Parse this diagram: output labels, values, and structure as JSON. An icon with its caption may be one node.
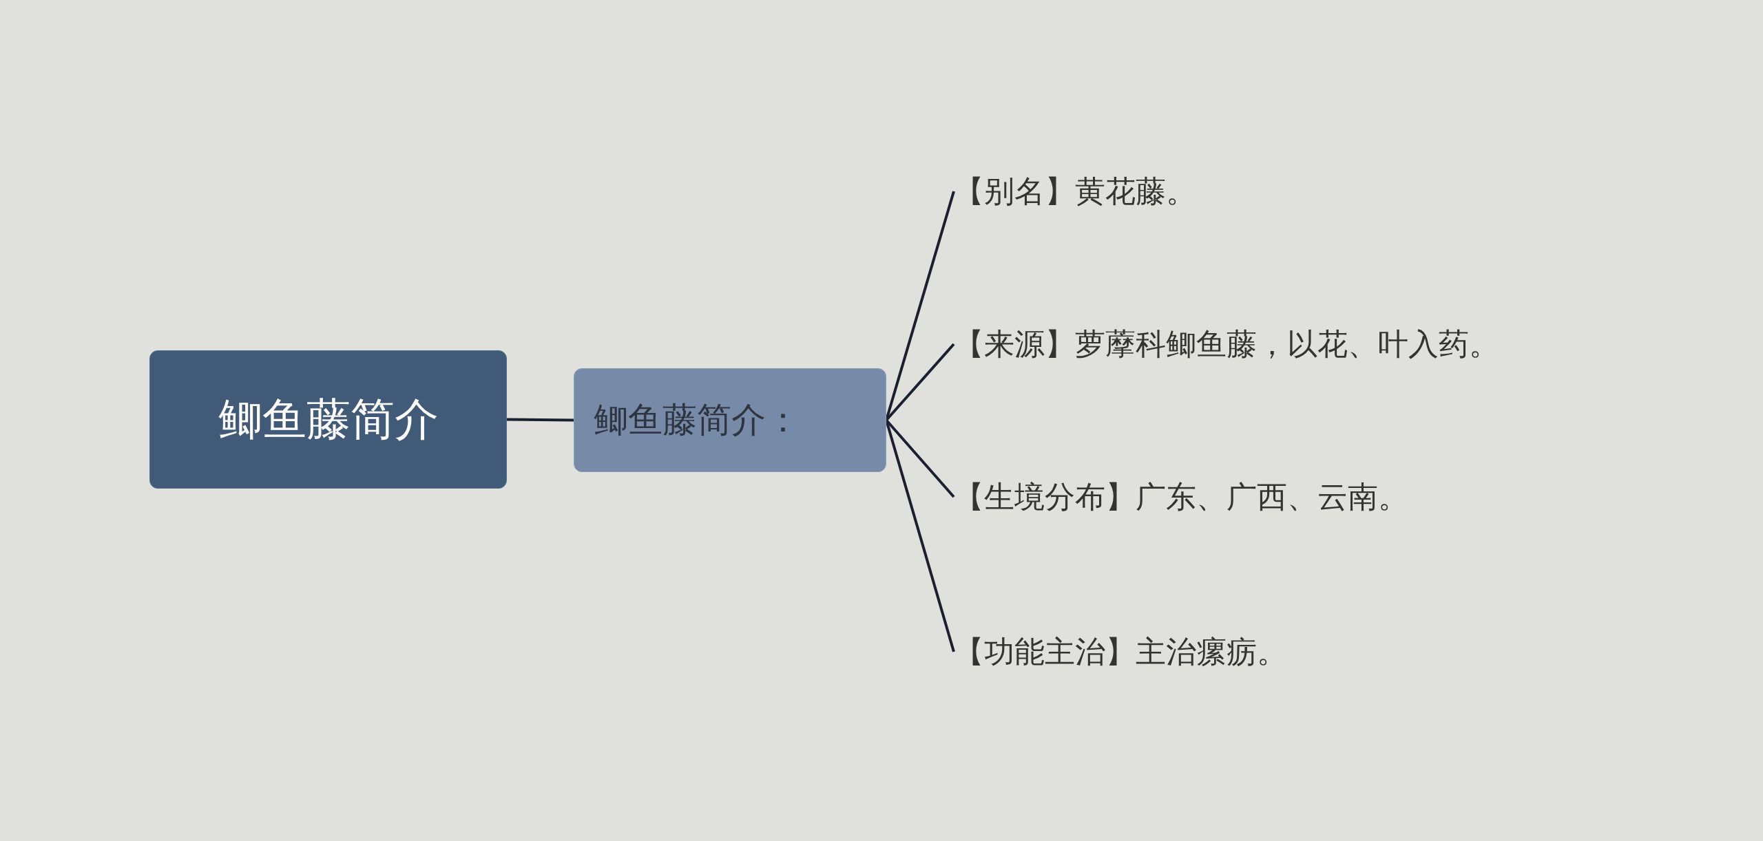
{
  "diagram": {
    "nodes": [
      {
        "text": [
          "鲫鱼藤简介"
        ]
      },
      {
        "text": [
          "鲫鱼藤简介："
        ]
      },
      {
        "text": [
          "【别名】黄花藤。"
        ]
      },
      {
        "text": [
          "【来源】萝藦科鲫鱼藤，以花、叶入药。"
        ]
      },
      {
        "text": [
          "【生境分布】广东、广西、云南。"
        ]
      },
      {
        "text": [
          "【功能主治】主治瘰疬。"
        ]
      }
    ],
    "edges": [
      {
        "from": 0,
        "to": 1,
        "arrow": "none"
      },
      {
        "from": 1,
        "to": 2,
        "arrow": "none"
      },
      {
        "from": 1,
        "to": 3,
        "arrow": "none"
      },
      {
        "from": 1,
        "to": 4,
        "arrow": "none"
      },
      {
        "from": 1,
        "to": 5,
        "arrow": "none"
      }
    ]
  }
}
